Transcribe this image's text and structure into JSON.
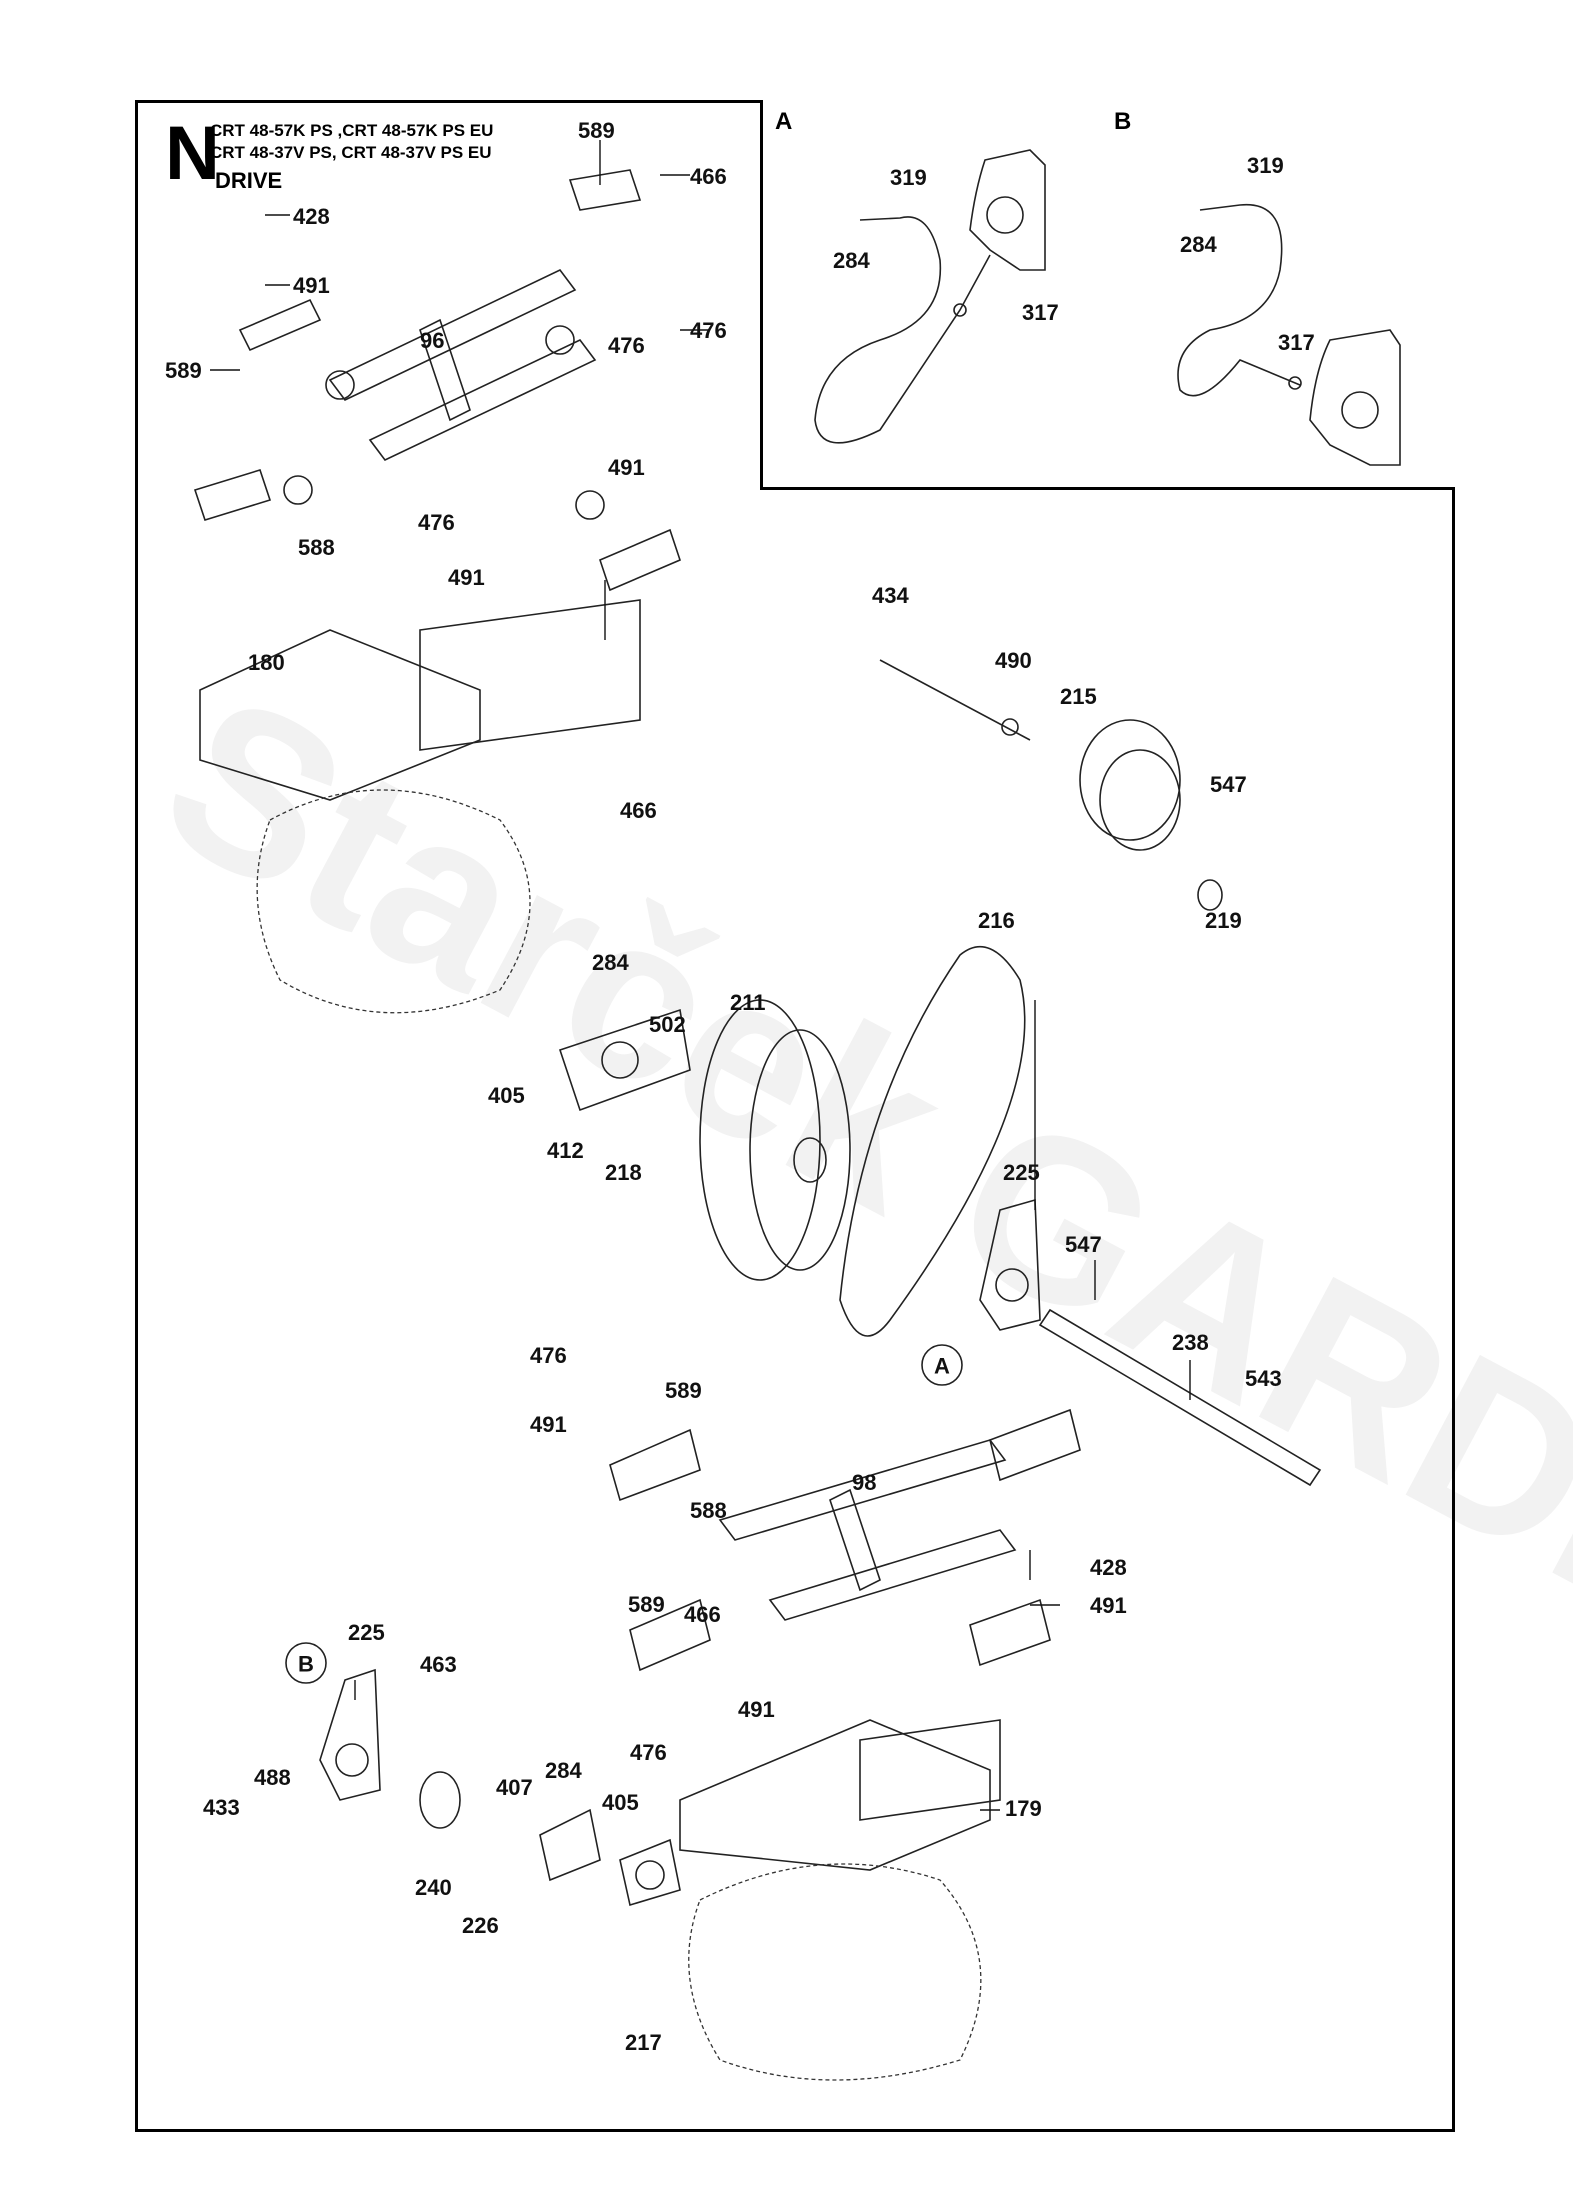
{
  "page": {
    "section_letter": "N",
    "models_line1": "CRT 48-57K PS ,CRT 48-57K PS  EU",
    "models_line2": "CRT 48-37V PS, CRT 48-37V PS EU",
    "section_name": "DRIVE",
    "watermark": "Starček GARDEN"
  },
  "insets": [
    {
      "letter": "A",
      "labels": [
        "319",
        "284",
        "317"
      ]
    },
    {
      "letter": "B",
      "labels": [
        "319",
        "284",
        "317"
      ]
    }
  ],
  "callouts": {
    "upper_assembly": [
      "589",
      "466",
      "428",
      "491",
      "476",
      "96",
      "589",
      "476",
      "491",
      "588",
      "476",
      "491",
      "180",
      "466"
    ],
    "pulley_assembly": [
      "434",
      "490",
      "215",
      "547",
      "219",
      "216",
      "284",
      "502",
      "211",
      "405",
      "412",
      "218",
      "225",
      "547",
      "238",
      "543"
    ],
    "lower_assembly": [
      "476",
      "589",
      "491",
      "588",
      "98",
      "428",
      "491",
      "589",
      "466",
      "491",
      "476",
      "179",
      "225",
      "463",
      "433",
      "488",
      "240",
      "226",
      "407",
      "284",
      "405",
      "217"
    ],
    "reference_circles": [
      "A",
      "B"
    ]
  }
}
